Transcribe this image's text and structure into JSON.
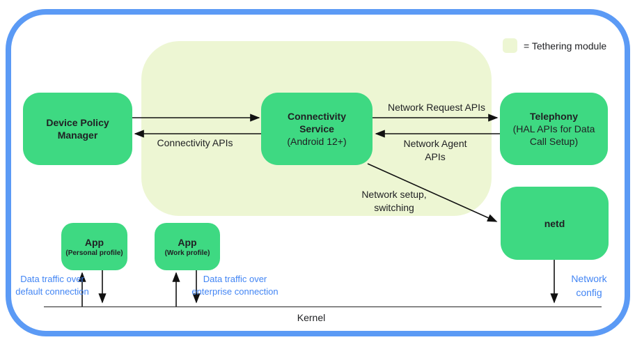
{
  "colors": {
    "canvas": "#ffffff",
    "frame-blue": "#5b9af5",
    "module-green": "#3ed982",
    "tethering-bg": "#edf6d3",
    "text-dark": "#202124",
    "label-blue": "#4285f4",
    "arrow-black": "#111111",
    "kernel-line": "#444444"
  },
  "legend": {
    "label": "= Tethering module",
    "swatch_color": "#edf6d3"
  },
  "boxes": {
    "device_policy_manager": {
      "title": "Device Policy Manager"
    },
    "connectivity_service": {
      "title": "Connectivity Service",
      "subtitle": "(Android 12+)"
    },
    "telephony": {
      "title": "Telephony",
      "subtitle": "(HAL APIs for Data Call Setup)"
    },
    "netd": {
      "title": "netd"
    },
    "app_personal": {
      "title": "App",
      "subtitle": "(Personal profile)"
    },
    "app_work": {
      "title": "App",
      "subtitle": "(Work profile)"
    }
  },
  "edge_labels": {
    "connectivity_apis": "Connectivity APIs",
    "network_request_apis": "Network Request APIs",
    "network_agent_apis": "Network Agent APIs",
    "network_setup_switching": "Network setup, switching",
    "network_config": "Network config",
    "data_traffic_default": "Data traffic over default connection",
    "data_traffic_enterprise": "Data traffic over enterprise connection"
  },
  "kernel": {
    "label": "Kernel"
  }
}
